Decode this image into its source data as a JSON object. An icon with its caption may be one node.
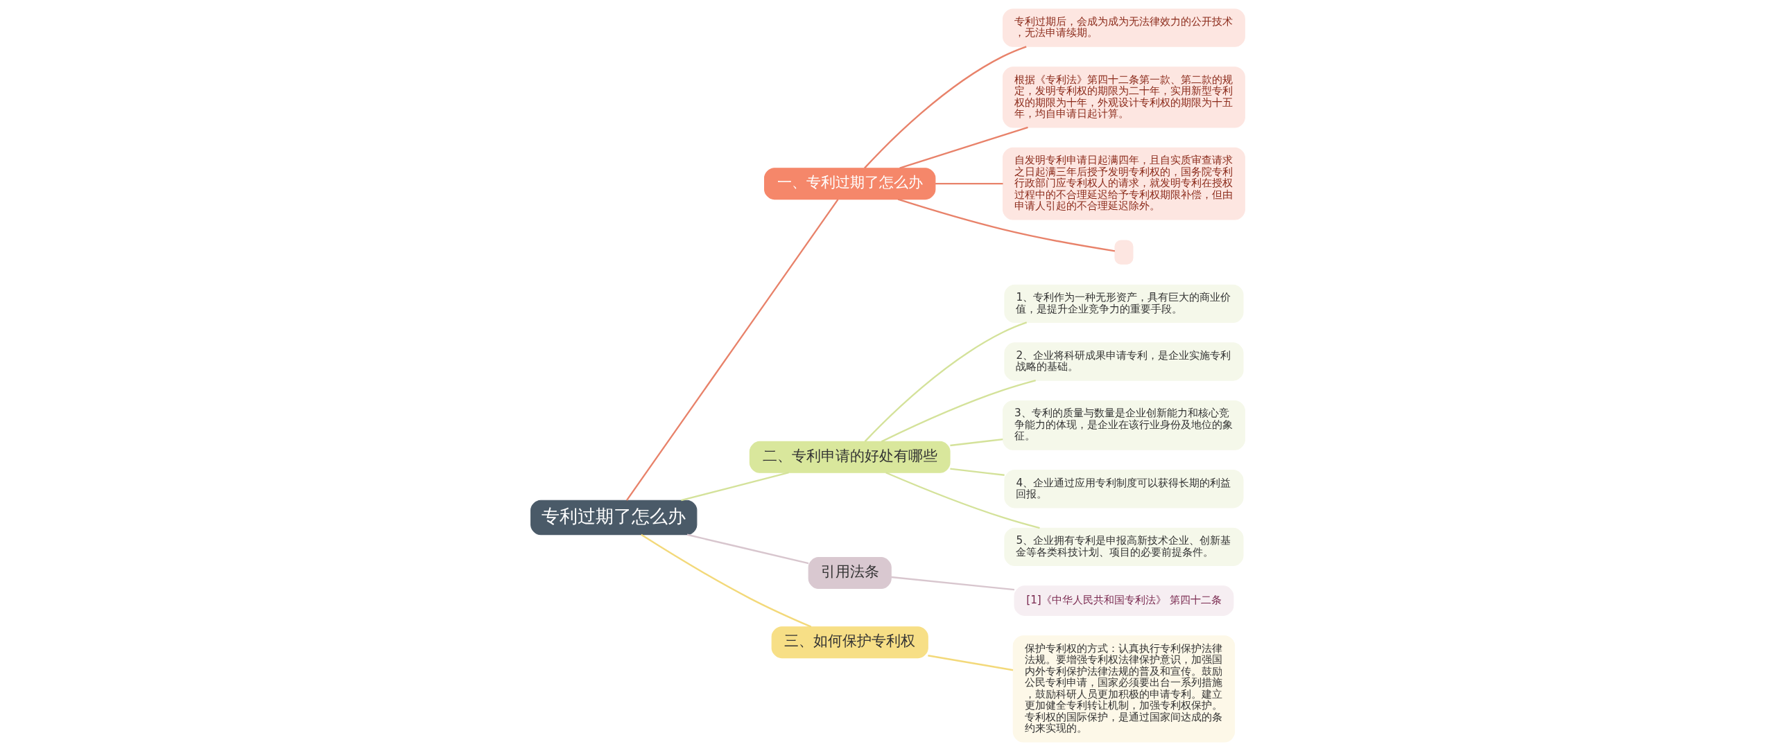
{
  "diagram": {
    "nodes": [
      {
        "text": [
          "专利过期了怎么办"
        ]
      },
      {
        "text": [
          "一、专利过期了怎么办"
        ]
      },
      {
        "text": [
          "专利过期后，会成为成为无法律效力的公开技术，无法申请续期。"
        ]
      },
      {
        "text": [
          "根据《专利法》第四十二条第一款、第二款的规定，发明专利权的期限为二十年，实用新型专利权的期限为十年，外观设计专利权的期限为十五年，均自申请日起计算。"
        ]
      },
      {
        "text": [
          "自发明专利申请日起满四年，且自实质审查请求之日起满三年后授予发明专利权的，国务院专利行政部门应专利权人的请求，就发明专利在授权过程中的不合理延迟给予专利权期限补偿，但由申请人引起的不合理延迟除外。"
        ]
      },
      {
        "text": [],
        "shape": "box"
      },
      {
        "text": [
          "二、专利申请的好处有哪些"
        ]
      },
      {
        "text": [
          "1、专利作为一种无形资产，具有巨大的商业价值，是提升企业竞争力的重要手段。"
        ]
      },
      {
        "text": [
          "2、企业将科研成果申请专利，是企业实施专利战略的基础。"
        ]
      },
      {
        "text": [
          "3、专利的质量与数量是企业创新能力和核心竞争能力的体现，是企业在该行业身份及地位的象征。"
        ]
      },
      {
        "text": [
          "4、企业通过应用专利制度可以获得长期的利益回报。"
        ]
      },
      {
        "text": [
          "5、企业拥有专利是申报高新技术企业、创新基金等各类科技计划、项目的必要前提条件。"
        ]
      },
      {
        "text": [
          "引用法条"
        ]
      },
      {
        "text": [
          "[1]《中华人民共和国专利法》 第四十二条"
        ]
      },
      {
        "text": [
          "三、如何保护专利权"
        ]
      },
      {
        "text": [
          "保护专利权的方式：认真执行专利保护法律法规。要增强专利权法律保护意识，加强国内外专利保护法律法规的普及和宣传。鼓励公民专利申请，国家必须要出台一系列措施，鼓励科研人员更加积极的申请专利。建立更加健全专利转让机制，加强专利权保护。专利权的国际保护，是通过国家间达成的条约来实现的。"
        ]
      }
    ],
    "edges": [
      {
        "from": 0,
        "to": 1,
        "arrow": "none",
        "color": "#e8826a"
      },
      {
        "from": 1,
        "to": 2,
        "arrow": "none",
        "color": "#e8826a"
      },
      {
        "from": 1,
        "to": 3,
        "arrow": "none",
        "color": "#e8826a"
      },
      {
        "from": 1,
        "to": 4,
        "arrow": "none",
        "color": "#e8826a"
      },
      {
        "from": 1,
        "to": 5,
        "arrow": "none",
        "color": "#e8826a"
      },
      {
        "from": 0,
        "to": 6,
        "arrow": "none",
        "color": "#d4e29a"
      },
      {
        "from": 6,
        "to": 7,
        "arrow": "none",
        "color": "#d4e29a"
      },
      {
        "from": 6,
        "to": 8,
        "arrow": "none",
        "color": "#d4e29a"
      },
      {
        "from": 6,
        "to": 9,
        "arrow": "none",
        "color": "#d4e29a"
      },
      {
        "from": 6,
        "to": 10,
        "arrow": "none",
        "color": "#d4e29a"
      },
      {
        "from": 6,
        "to": 11,
        "arrow": "none",
        "color": "#d4e29a"
      },
      {
        "from": 0,
        "to": 12,
        "arrow": "none",
        "color": "#d8c6ce"
      },
      {
        "from": 12,
        "to": 13,
        "arrow": "none",
        "color": "#d8c6ce"
      },
      {
        "from": 0,
        "to": 14,
        "arrow": "none",
        "color": "#f3d97a"
      },
      {
        "from": 14,
        "to": 15,
        "arrow": "none",
        "color": "#f3d97a"
      }
    ]
  }
}
